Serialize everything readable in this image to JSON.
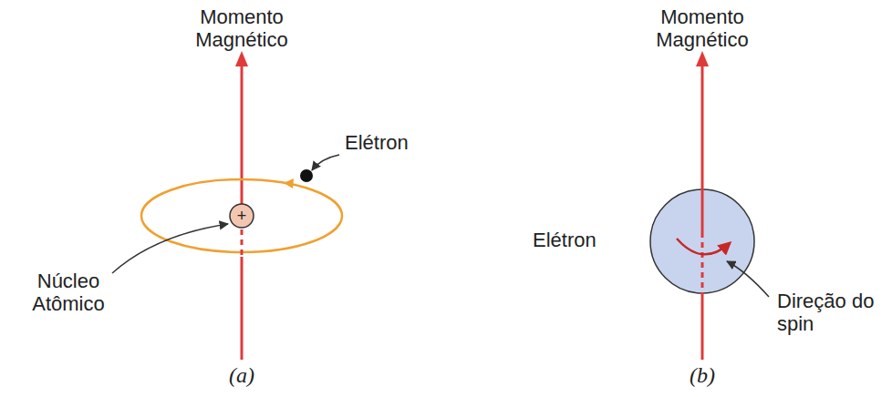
{
  "diagram": {
    "nodes": [
      {
        "text": [
          "+"
        ]
      }
    ],
    "edges": [],
    "labels": [
      "Momento Magnético",
      "Elétron",
      "Núcleo Atômico",
      "(a)",
      "Momento Magnético",
      "Elétron",
      "Direção do spin",
      "(b)"
    ]
  }
}
